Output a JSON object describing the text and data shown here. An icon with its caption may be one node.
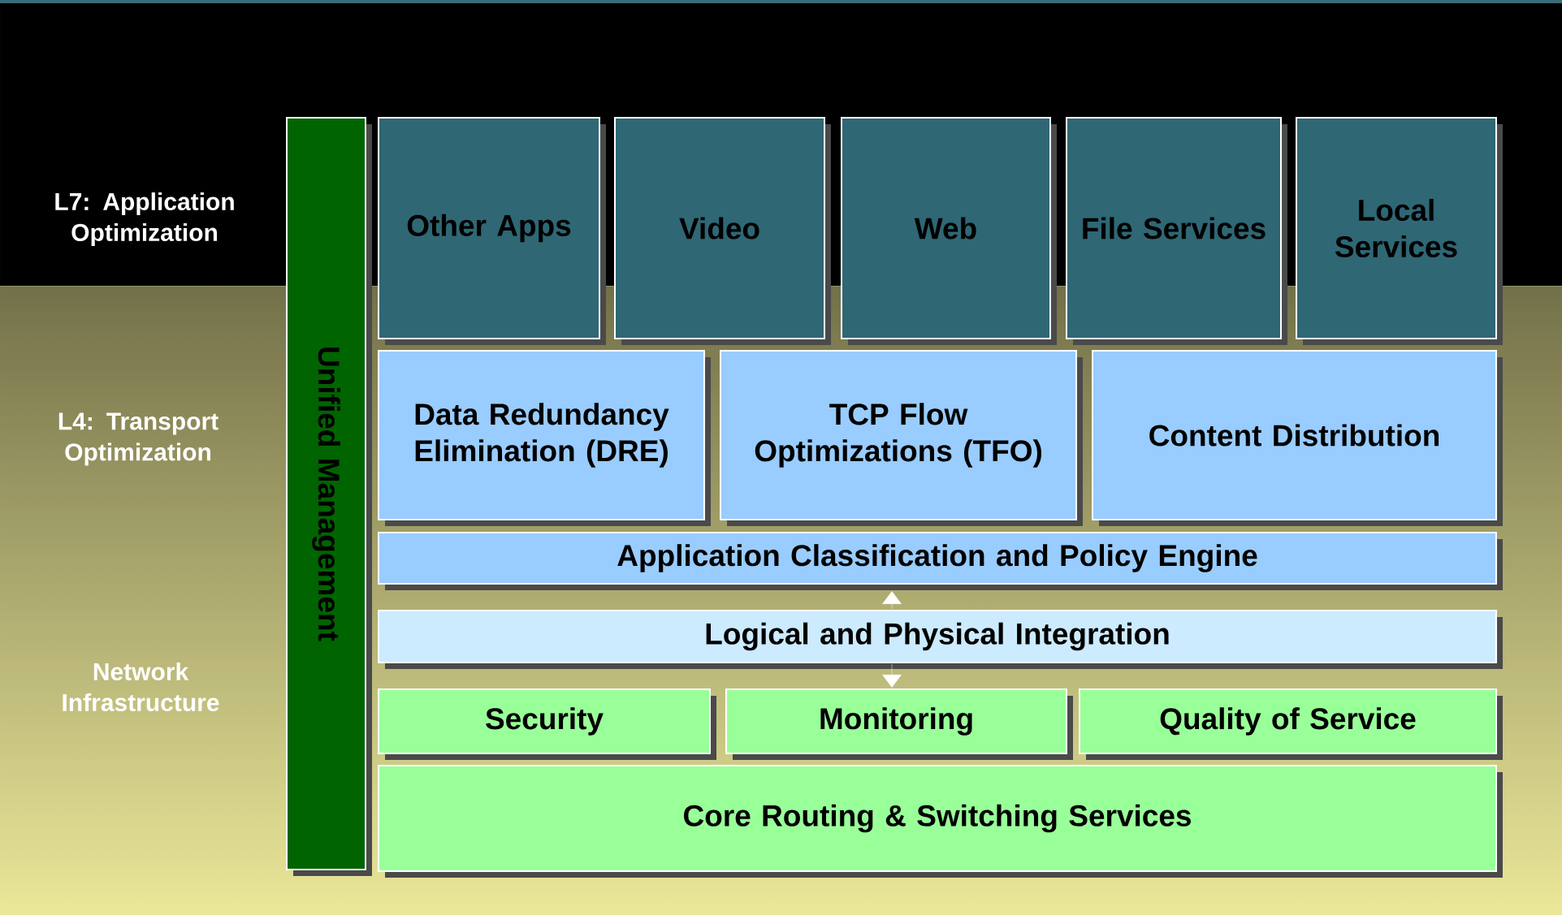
{
  "diagram": {
    "nodes": [
      {
        "text": [
          "Unified Management"
        ]
      },
      {
        "text": [
          "Other Apps"
        ]
      },
      {
        "text": [
          "Video"
        ]
      },
      {
        "text": [
          "Web"
        ]
      },
      {
        "text": [
          "File Services"
        ]
      },
      {
        "text": [
          "Local Services"
        ]
      },
      {
        "text": [
          "Data Redundancy Elimination (DRE)"
        ]
      },
      {
        "text": [
          "TCP Flow Optimizations (TFO)"
        ]
      },
      {
        "text": [
          "Content Distribution"
        ]
      },
      {
        "text": [
          "Application Classification and Policy Engine"
        ]
      },
      {
        "text": [
          "Logical and Physical Integration"
        ]
      },
      {
        "text": [
          "Security"
        ]
      },
      {
        "text": [
          "Monitoring"
        ]
      },
      {
        "text": [
          "Quality of Service"
        ]
      },
      {
        "text": [
          "Core Routing & Switching Services"
        ]
      }
    ],
    "edges": [
      {
        "from": 10,
        "to": 9,
        "arrow": "to"
      },
      {
        "from": 10,
        "to": 12,
        "arrow": "to"
      }
    ],
    "labels": [
      "L7: Application Optimization",
      "L4: Transport Optimization",
      "Network Infrastructure"
    ]
  }
}
